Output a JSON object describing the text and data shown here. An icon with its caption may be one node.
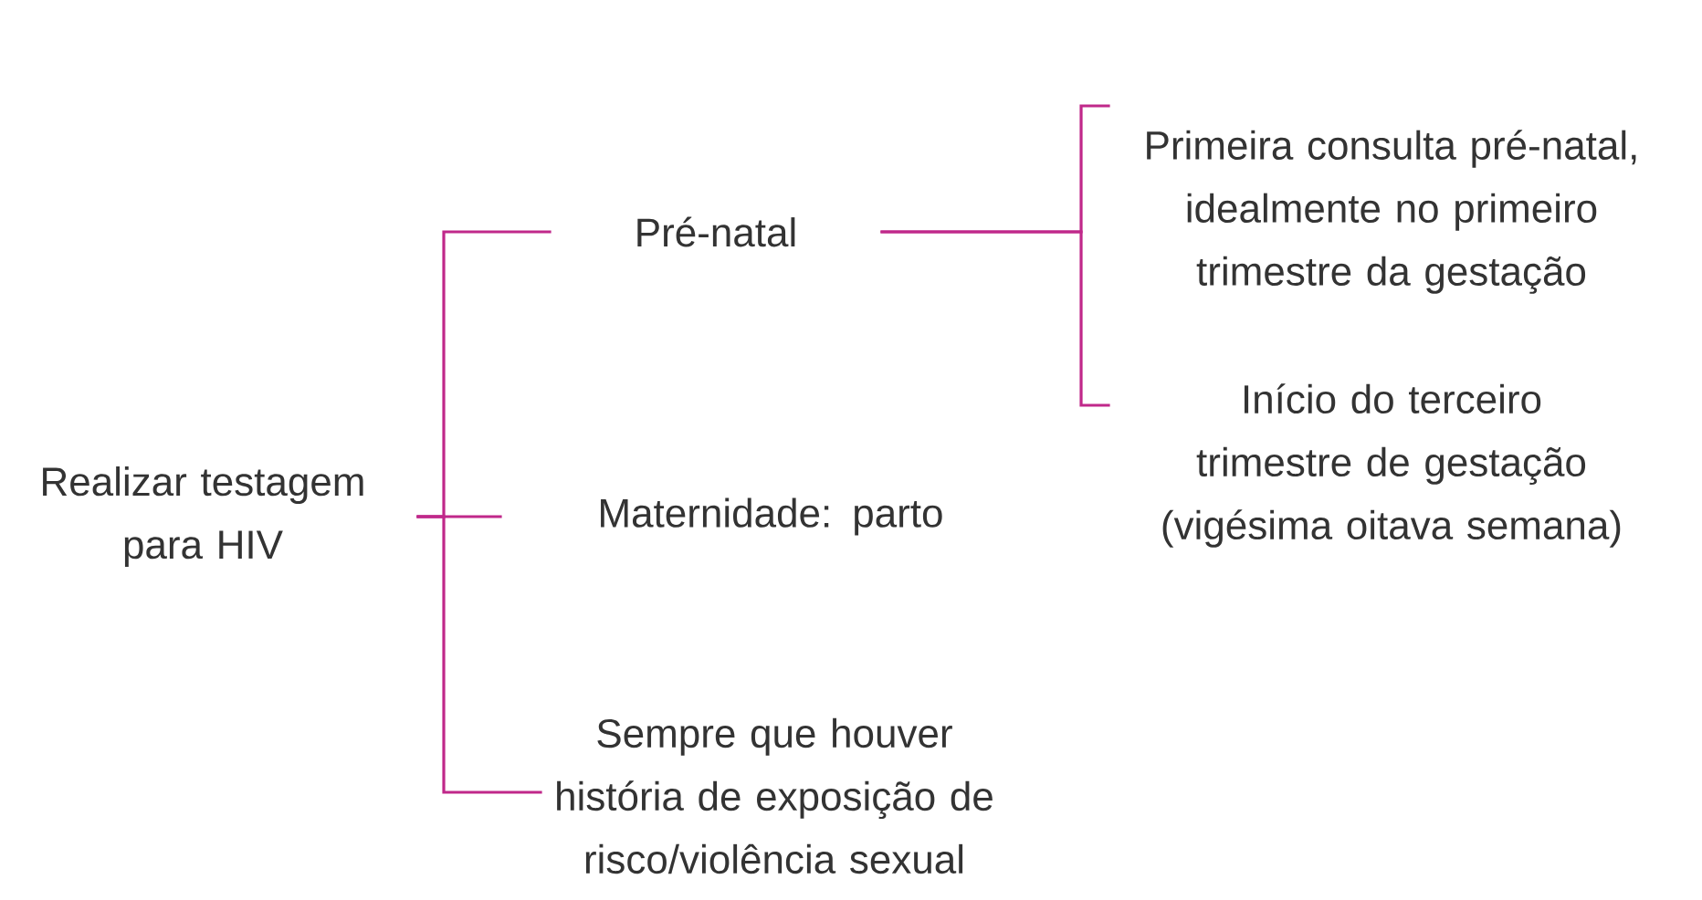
{
  "diagram": {
    "nodes": [
      {
        "text": [
          "Realizar testagem para HIV"
        ]
      },
      {
        "text": [
          "Pré-natal"
        ]
      },
      {
        "text": [
          "Maternidade:  parto"
        ]
      },
      {
        "text": [
          "Sempre que houver história de exposição de risco/violência sexual"
        ]
      },
      {
        "text": [
          "Primeira consulta pré-natal, idealmente no primeiro trimestre da gestação"
        ]
      },
      {
        "text": [
          "Início do terceiro trimestre de gestação (vigésima oitava semana)"
        ]
      }
    ],
    "edges": [
      {
        "from": 0,
        "to": 1,
        "arrow": "none"
      },
      {
        "from": 0,
        "to": 2,
        "arrow": "none"
      },
      {
        "from": 0,
        "to": 3,
        "arrow": "none"
      },
      {
        "from": 1,
        "to": 4,
        "arrow": "none"
      },
      {
        "from": 1,
        "to": 5,
        "arrow": "none"
      }
    ]
  }
}
